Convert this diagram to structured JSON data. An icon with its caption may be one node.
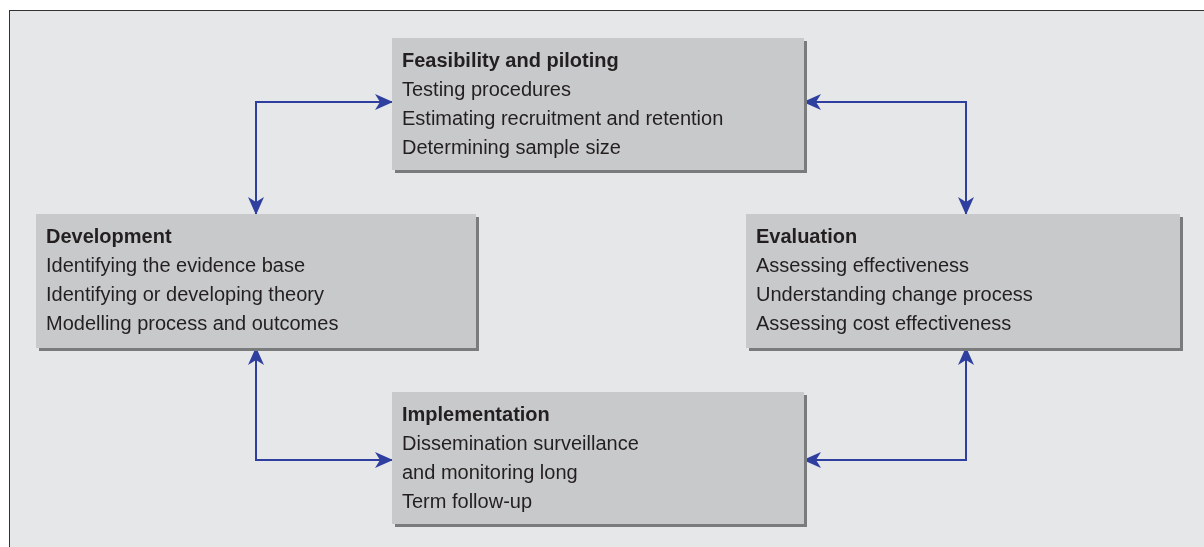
{
  "diagram": {
    "nodes": [
      {
        "text": [
          "Feasibility and piloting",
          "Testing procedures",
          "Estimating recruitment and retention",
          "Determining sample size"
        ]
      },
      {
        "text": [
          "Development",
          "Identifying the evidence base",
          "Identifying or developing theory",
          "Modelling process and outcomes"
        ]
      },
      {
        "text": [
          "Evaluation",
          "Assessing effectiveness",
          "Understanding change process",
          "Assessing cost effectiveness"
        ]
      },
      {
        "text": [
          "Implementation",
          "Dissemination surveillance",
          "and monitoring long",
          "Term follow-up"
        ]
      }
    ],
    "edges": [
      {
        "from": 1,
        "to": 0,
        "arrow": "both"
      },
      {
        "from": 0,
        "to": 2,
        "arrow": "both"
      },
      {
        "from": 1,
        "to": 3,
        "arrow": "both"
      },
      {
        "from": 3,
        "to": 2,
        "arrow": "both"
      }
    ]
  }
}
